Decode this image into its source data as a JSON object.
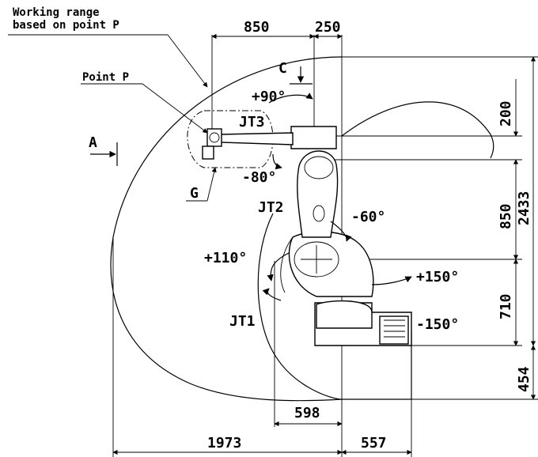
{
  "header": {
    "working_range_line1": "Working range",
    "working_range_line2": "based on point P"
  },
  "labels": {
    "point_p": "Point P",
    "view_a": "A",
    "view_c": "C",
    "detail_g": "G",
    "jt1": "JT1",
    "jt2": "JT2",
    "jt3": "JT3"
  },
  "angles": {
    "jt3_plus": "+90°",
    "jt3_minus": "-80°",
    "jt2_minus": "-60°",
    "jt2_plus": "+110°",
    "jt1_plus": "+150°",
    "jt1_minus": "-150°"
  },
  "dimensions": {
    "top_850": "850",
    "top_250": "250",
    "right_200": "200",
    "right_850": "850",
    "right_2433": "2433",
    "right_710": "710",
    "right_454": "454",
    "bottom_598": "598",
    "bottom_1973": "1973",
    "bottom_557": "557"
  }
}
